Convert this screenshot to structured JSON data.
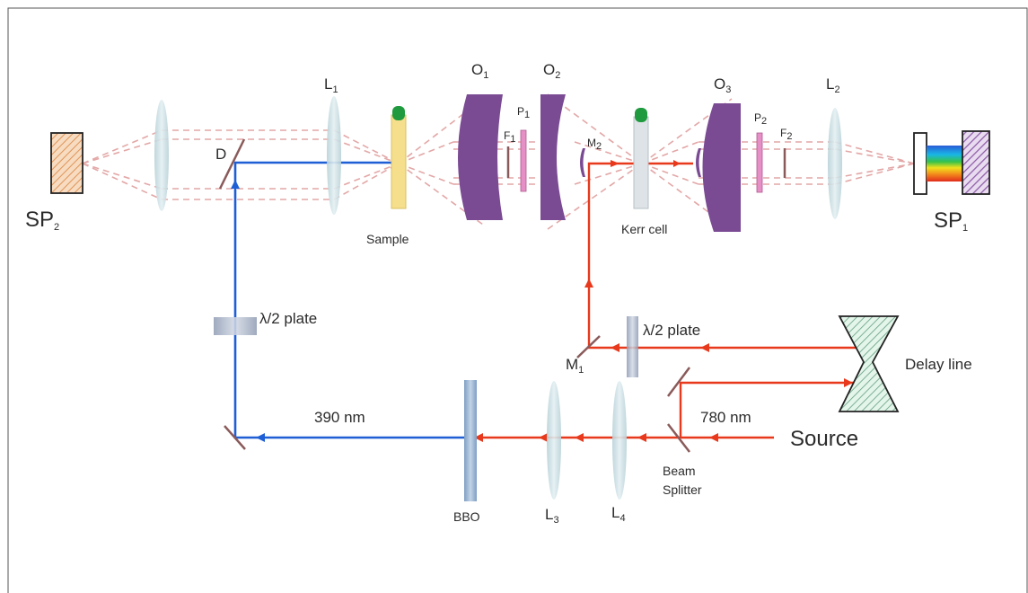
{
  "labels": {
    "sp2": "SP",
    "sp2_sub": "2",
    "sp1": "SP",
    "sp1_sub": "1",
    "l1": "L",
    "l1_sub": "1",
    "l2": "L",
    "l2_sub": "2",
    "l3": "L",
    "l3_sub": "3",
    "l4": "L",
    "l4_sub": "4",
    "o1": "O",
    "o1_sub": "1",
    "o2": "O",
    "o2_sub": "2",
    "o3": "O",
    "o3_sub": "3",
    "p1": "P",
    "p1_sub": "1",
    "p2": "P",
    "p2_sub": "2",
    "f1": "F",
    "f1_sub": "1",
    "f2": "F",
    "f2_sub": "2",
    "m1": "M",
    "m1_sub": "1",
    "m2": "M",
    "m2_sub": "2",
    "d": "D",
    "sample": "Sample",
    "kerr_cell": "Kerr cell",
    "half_wave_plate_left": "λ/2 plate",
    "half_wave_plate_right": "λ/2 plate",
    "delay_line": "Delay line",
    "source": "Source",
    "wavelength_780": "780 nm",
    "wavelength_390": "390 nm",
    "beam_splitter_line1": "Beam",
    "beam_splitter_line2": "Splitter",
    "bbo": "BBO"
  },
  "colors": {
    "beam_red": "#e8391c",
    "beam_blue": "#1e5fd6",
    "fluorescence": "#e3a7a7",
    "objective": "#7a4a93",
    "lens": "#c5dbe0",
    "polarizer": "#e58fc6",
    "filter": "#8a5a5a",
    "sample": "#f6df8c",
    "kerr": "#dde3e6",
    "cap": "#1f9a3e",
    "delay_fill": "#d8f0e2",
    "delay_hatch": "#5f9c7c",
    "sp2_fill": "#f7dcc1",
    "sp2_hatch": "#e0955a",
    "sp1_hatch": "#8c5aa6"
  }
}
